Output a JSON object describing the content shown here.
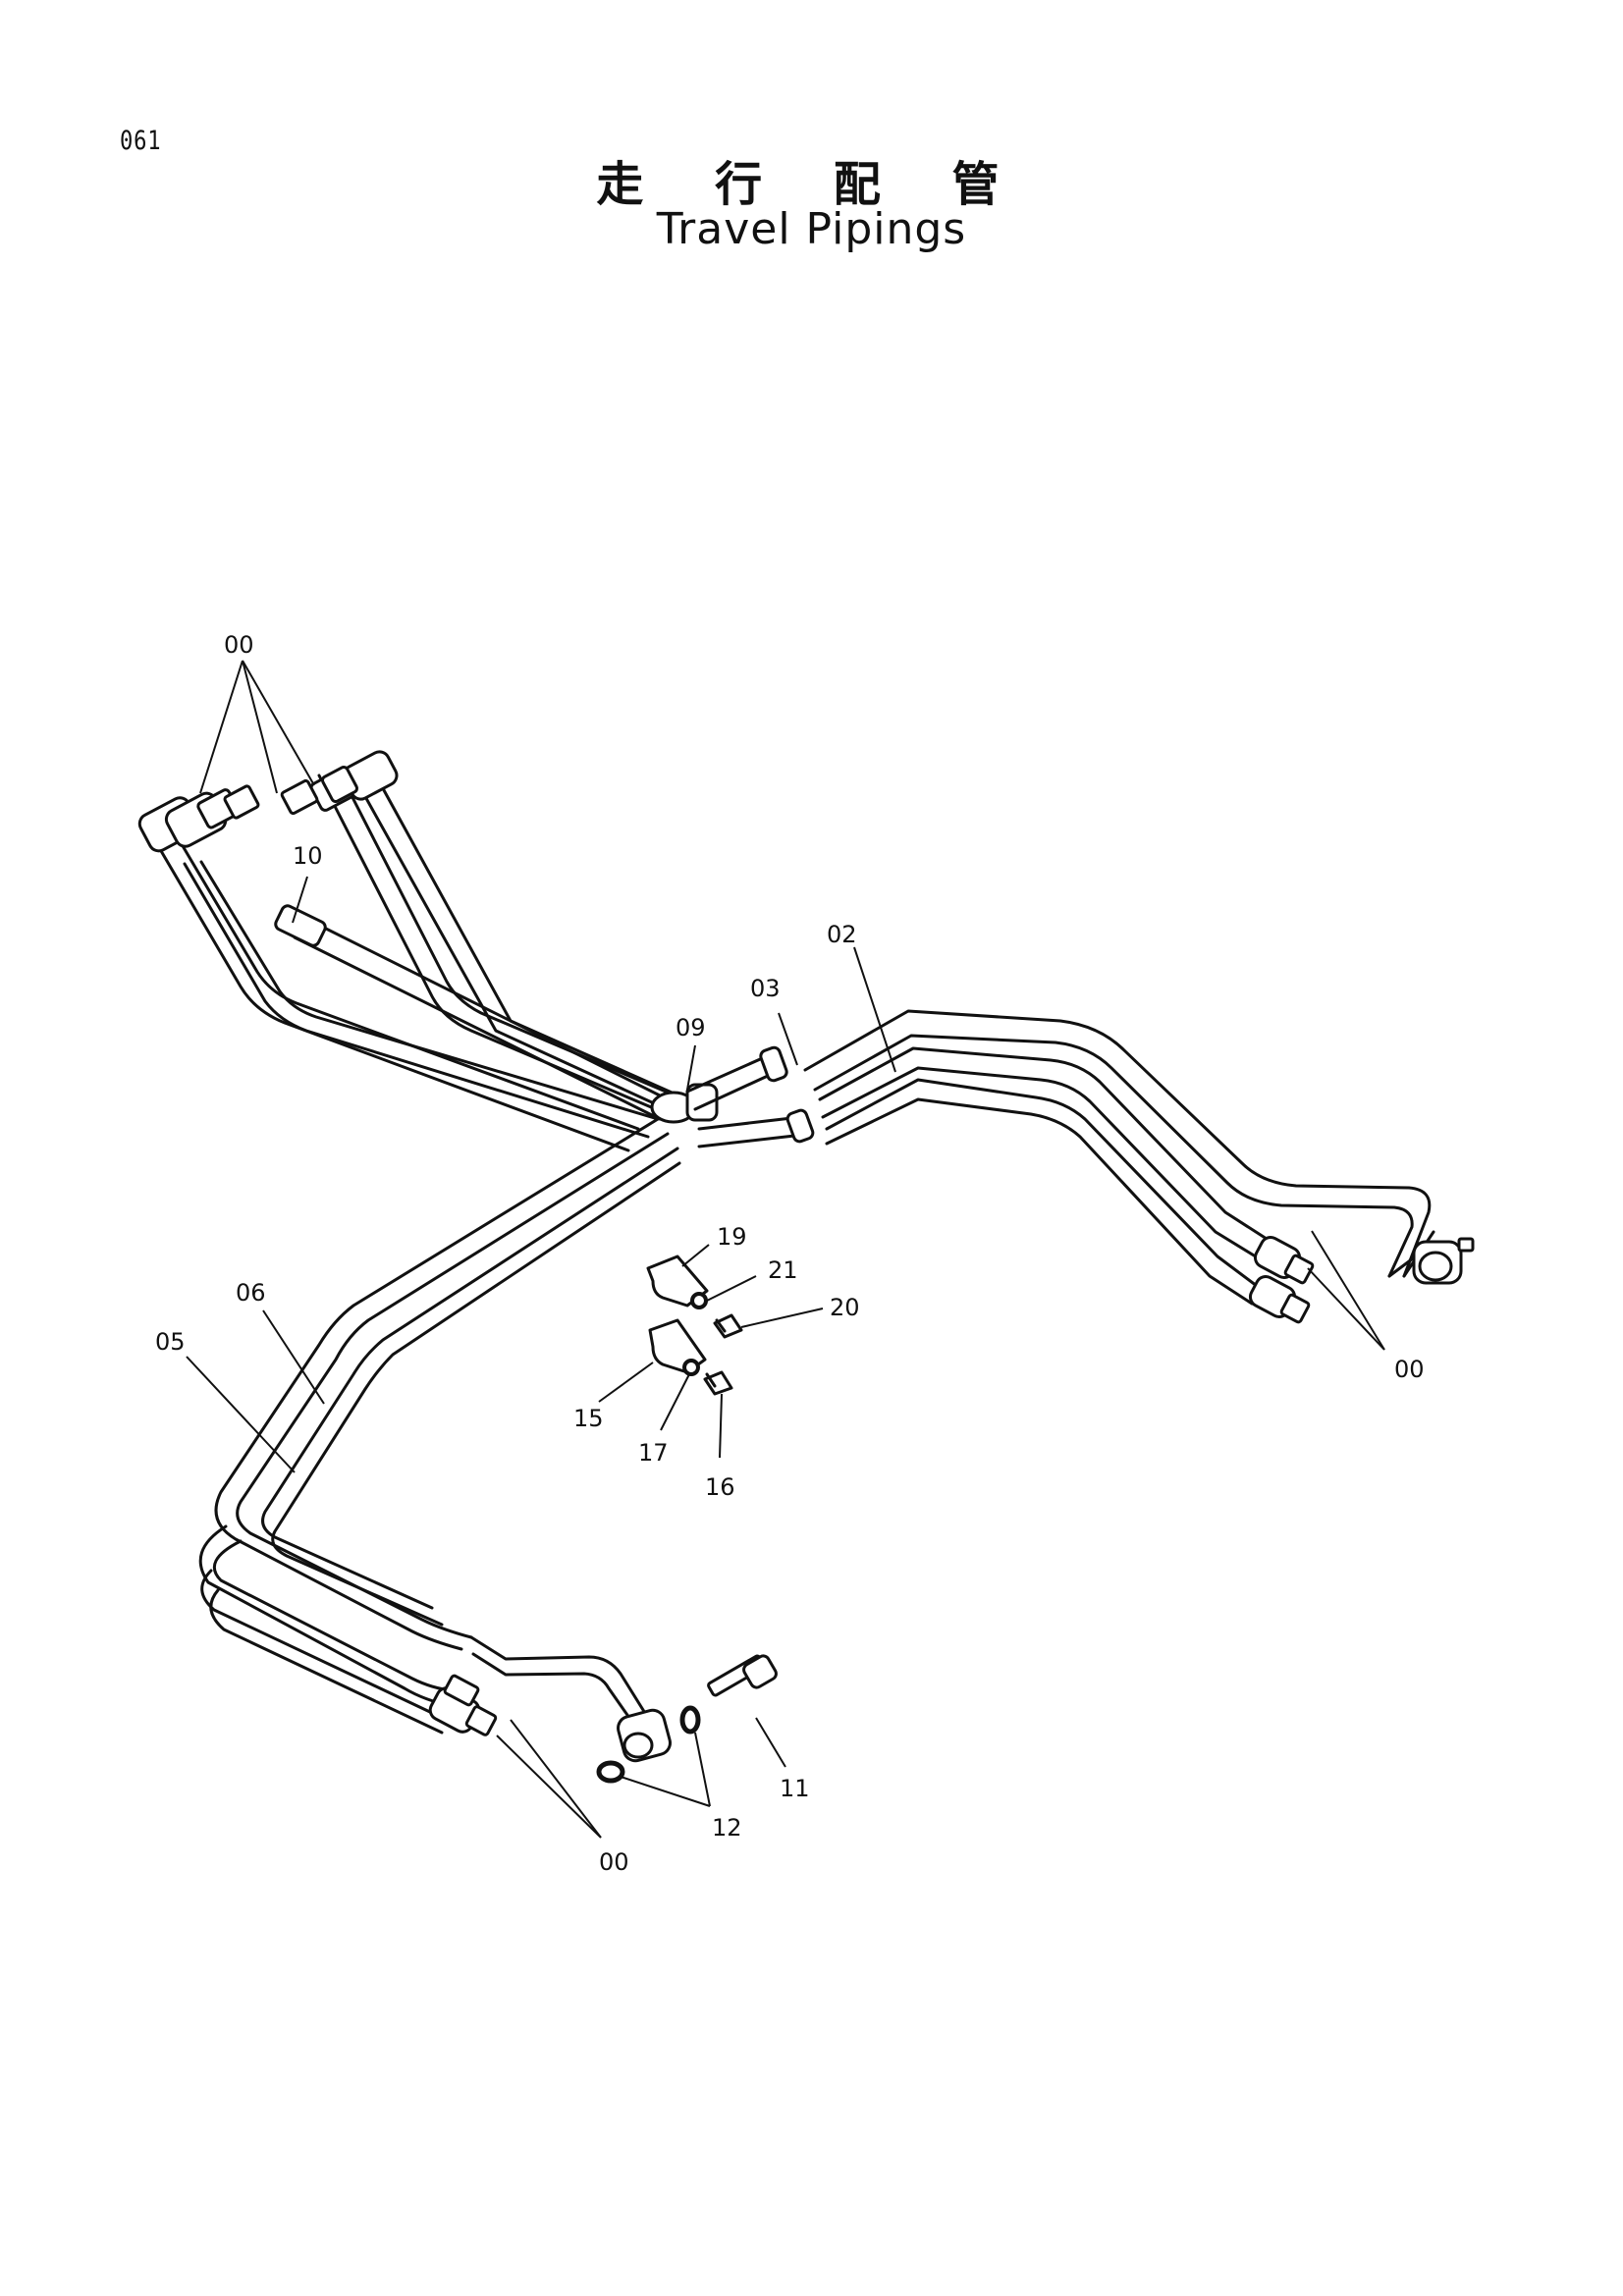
{
  "page_number": "061",
  "title_jp": "走 行 配 管",
  "title_en": "Travel Pipings",
  "callouts": {
    "c00_top": "00",
    "c10": "10",
    "c09": "09",
    "c03": "03",
    "c02": "02",
    "c00_right": "00",
    "c19": "19",
    "c21": "21",
    "c20": "20",
    "c06": "06",
    "c05": "05",
    "c15": "15",
    "c17": "17",
    "c16": "16",
    "c11": "11",
    "c12": "12",
    "c00_bottom": "00"
  }
}
